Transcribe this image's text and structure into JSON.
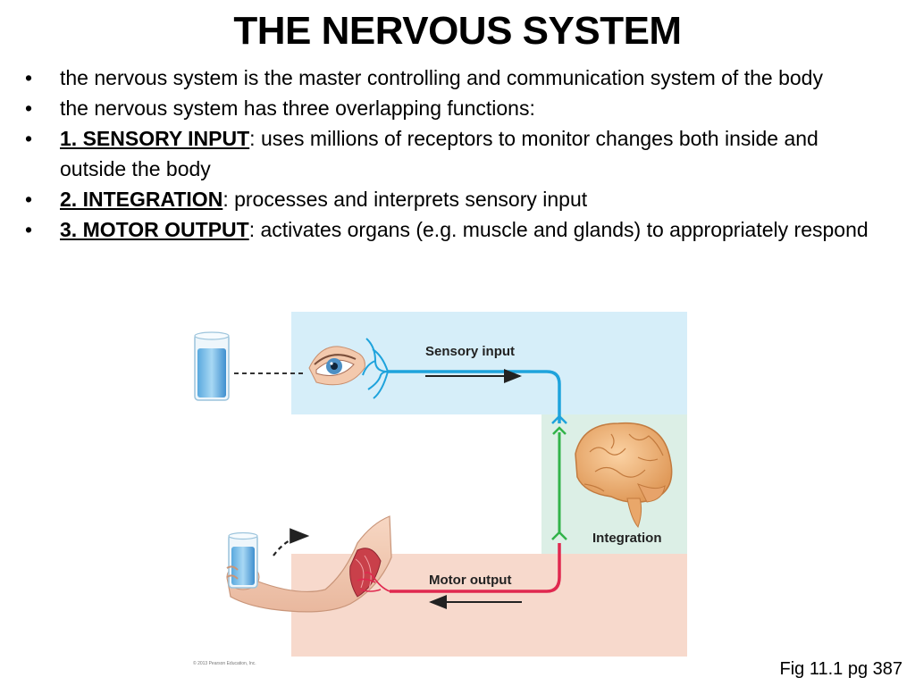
{
  "slide": {
    "title": "THE NERVOUS SYSTEM",
    "bullets": [
      {
        "text": "the nervous system is the master controlling and communication system of the body"
      },
      {
        "text": "the nervous system has three overlapping functions:"
      },
      {
        "term": "1. SENSORY INPUT",
        "text": ": uses millions of receptors to monitor changes both inside and outside the body"
      },
      {
        "term": "2. INTEGRATION",
        "text": ": processes and interprets sensory input"
      },
      {
        "term": "3. MOTOR OUTPUT",
        "text": ": activates organs (e.g. muscle and glands) to appropriately respond"
      }
    ],
    "figure_reference": "Fig 11.1 pg 387"
  },
  "diagram": {
    "labels": {
      "sensory": "Sensory input",
      "integration": "Integration",
      "motor": "Motor output"
    },
    "credit": "© 2013 Pearson Education, Inc.",
    "colors": {
      "sensory_bg": "#d6eef9",
      "integration_bg": "#dcefe6",
      "motor_bg": "#f7d9cc",
      "sensory_line": "#1ea3dc",
      "integration_line": "#32b34a",
      "motor_line": "#e0284f"
    }
  }
}
